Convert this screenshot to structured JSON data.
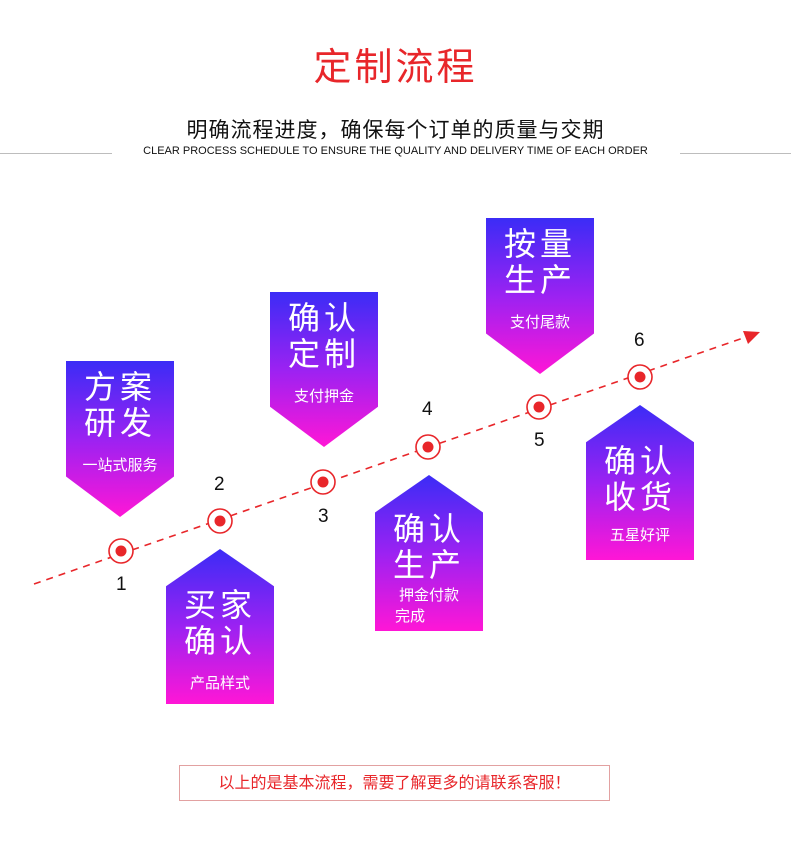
{
  "header": {
    "title": "定制流程",
    "subtitle": "明确流程进度，确保每个订单的质量与交期",
    "subtitle_en": "CLEAR PROCESS SCHEDULE TO ENSURE THE QUALITY AND DELIVERY TIME OF EACH ORDER"
  },
  "accent_color": "#e8262a",
  "gradient": [
    "#3b2cf6",
    "#9b22f2",
    "#ff16d6"
  ],
  "steps": [
    {
      "num": "1",
      "title_l1": "方案",
      "title_l2": "研发",
      "desc": "一站式服务"
    },
    {
      "num": "2",
      "title_l1": "买家",
      "title_l2": "确认",
      "desc": "产品样式"
    },
    {
      "num": "3",
      "title_l1": "确认",
      "title_l2": "定制",
      "desc": "支付押金"
    },
    {
      "num": "4",
      "title_l1": "确认",
      "title_l2": "生产",
      "desc_l1": "押金付款",
      "desc_l2": "完成"
    },
    {
      "num": "5",
      "title_l1": "按量",
      "title_l2": "生产",
      "desc": "支付尾款"
    },
    {
      "num": "6",
      "title_l1": "确认",
      "title_l2": "收货",
      "desc": "五星好评"
    }
  ],
  "footer": {
    "note": "以上的是基本流程，需要了解更多的请联系客服！"
  }
}
